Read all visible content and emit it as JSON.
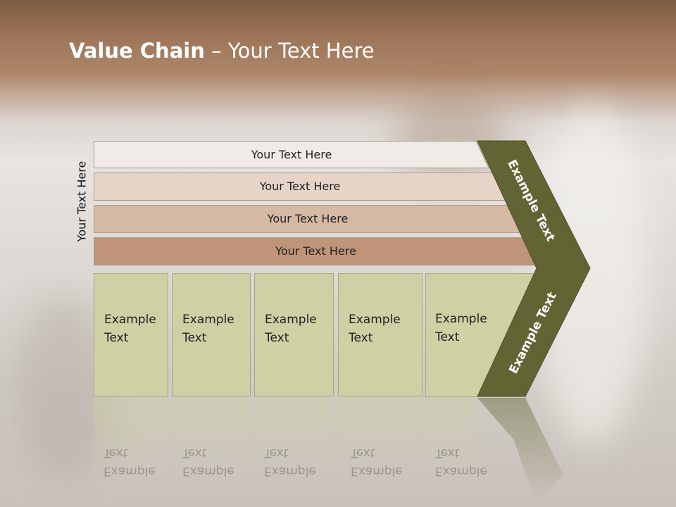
{
  "slide": {
    "title_bold": "Value Chain",
    "title_rest": " – Your Text Here",
    "side_label": "Your Text Here",
    "bars": [
      {
        "label": "Your Text Here",
        "color": "#f1ebe7"
      },
      {
        "label": "Your Text Here",
        "color": "#e6d4c8"
      },
      {
        "label": "Your Text Here",
        "color": "#d5b9a5"
      },
      {
        "label": "Your Text Here",
        "color": "#bf9479"
      }
    ],
    "cells": [
      {
        "line1": "Example",
        "line2": "Text"
      },
      {
        "line1": "Example",
        "line2": "Text"
      },
      {
        "line1": "Example",
        "line2": "Text"
      },
      {
        "line1": "Example",
        "line2": "Text"
      },
      {
        "line1": "Example",
        "line2": "Text"
      }
    ],
    "chevron": {
      "upper_label": "Example Text",
      "lower_label": "Example Text",
      "color": "#636434"
    }
  }
}
